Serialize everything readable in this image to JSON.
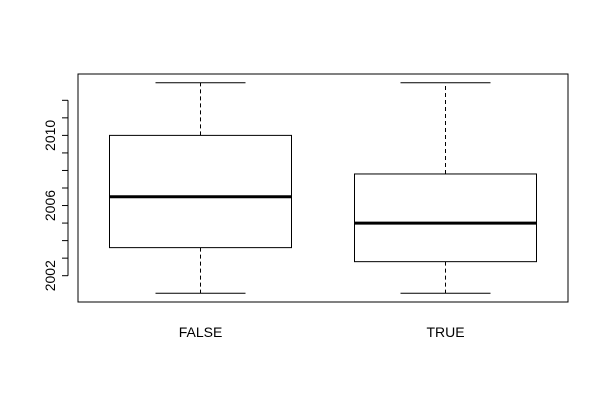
{
  "chart_data": {
    "type": "boxplot",
    "title": "",
    "xlabel": "",
    "ylabel": "",
    "categories": [
      "FALSE",
      "TRUE"
    ],
    "boxes": [
      {
        "category": "FALSE",
        "whisker_low": 2001,
        "q1": 2003.6,
        "median": 2006.5,
        "q3": 2010,
        "whisker_high": 2013
      },
      {
        "category": "TRUE",
        "whisker_low": 2001,
        "q1": 2002.8,
        "median": 2005,
        "q3": 2007.8,
        "whisker_high": 2013
      }
    ],
    "ylim": [
      2000.5,
      2013.5
    ],
    "y_ticks": [
      2002,
      2003,
      2004,
      2005,
      2006,
      2007,
      2008,
      2009,
      2010,
      2011,
      2012
    ],
    "y_tick_labels": [
      "2002",
      "",
      "",
      "",
      "2006",
      "",
      "",
      "",
      "2010",
      "",
      ""
    ],
    "x_tick_labels": [
      "FALSE",
      "TRUE"
    ],
    "grid": false,
    "legend": "none"
  }
}
